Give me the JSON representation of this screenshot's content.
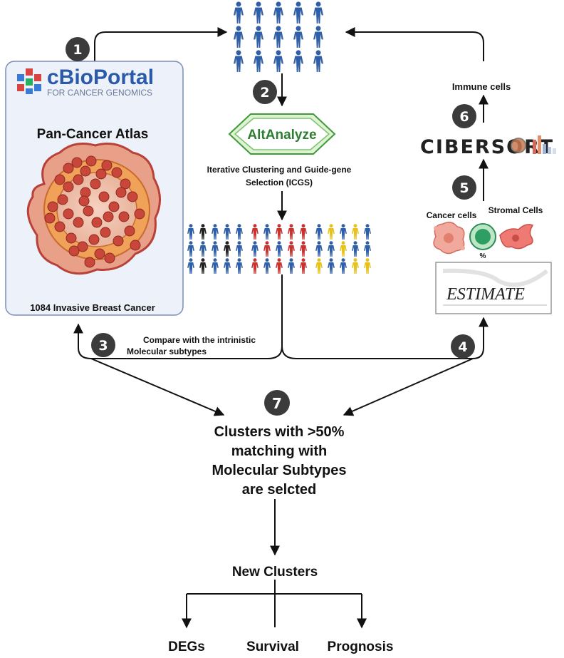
{
  "cbioportal": {
    "logo_name": "cBioPortal",
    "logo_tagline": "FOR CANCER GENOMICS",
    "atlas_title": "Pan-Cancer Atlas",
    "dataset_label": "1084 Invasive Breast Cancer"
  },
  "steps": [
    "1",
    "2",
    "3",
    "4",
    "5",
    "6",
    "7"
  ],
  "altanalyze": {
    "logo_name": "AltAnalyze",
    "method_line1": "Iterative Clustering and Guide-gene",
    "method_line2": "Selection (ICGS)"
  },
  "deconvolution": {
    "cancer_cells": "Cancer cells",
    "stromal_cells": "Stromal Cells",
    "percent": "%",
    "estimate_logo": "ESTIMATE",
    "cibersort_logo": "CIBERSORT",
    "immune_cells": "Immune cells"
  },
  "comparison": {
    "line1": "Compare with the intrinistic",
    "line2": "Molecular subtypes"
  },
  "selection": {
    "line1": "Clusters with >50%",
    "line2": "matching with",
    "line3": "Molecular Subtypes",
    "line4": "are selcted"
  },
  "new_clusters": "New Clusters",
  "outputs": [
    "DEGs",
    "Survival",
    "Prognosis"
  ],
  "colors": {
    "person_blue": "#2f5fa8",
    "person_black": "#222222",
    "person_red": "#c8322f",
    "person_yellow": "#e8c21a",
    "step_badge": "#3b3b3b",
    "tissue_red": "#c8463a",
    "altanalyze_green": "#3f9a3a"
  }
}
